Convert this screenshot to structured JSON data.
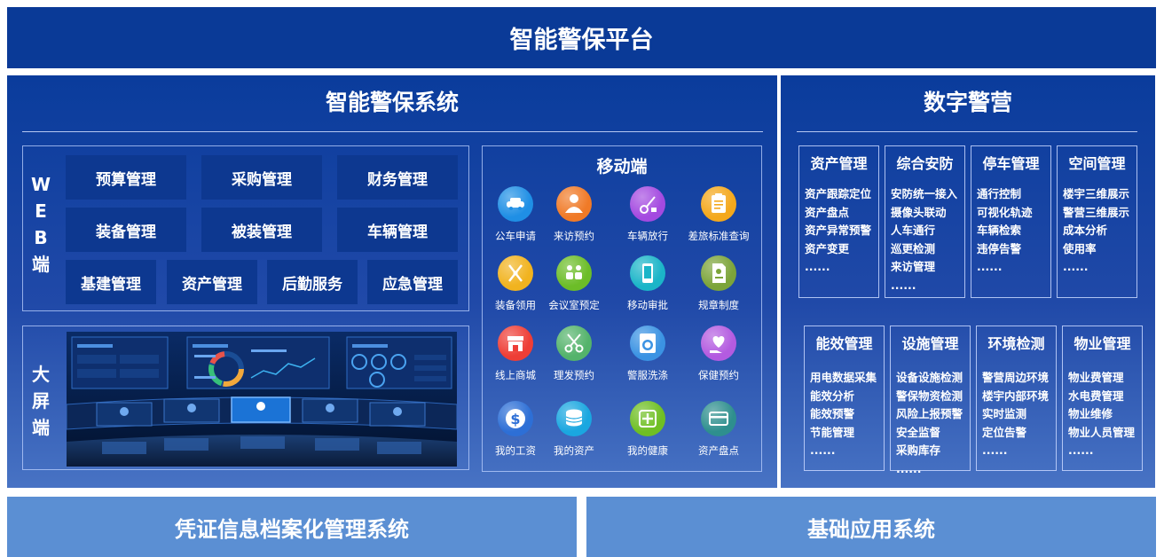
{
  "header": {
    "title": "智能警保平台"
  },
  "left": {
    "title": "智能警保系统",
    "web_label": [
      "W",
      "E",
      "B",
      "端"
    ],
    "web_tiles": [
      "预算管理",
      "采购管理",
      "财务管理",
      "装备管理",
      "被装管理",
      "车辆管理",
      "基建管理",
      "资产管理",
      "后勤服务",
      "应急管理"
    ],
    "screen_label": [
      "大",
      "屏",
      "端"
    ],
    "mobile": {
      "title": "移动端",
      "apps": [
        {
          "label": "公车申请",
          "icon": "car-icon",
          "color": "#1f8fe5"
        },
        {
          "label": "来访预约",
          "icon": "visitor-icon",
          "color": "#f07a27"
        },
        {
          "label": "车辆放行",
          "icon": "gate-icon",
          "color": "#a44ae0"
        },
        {
          "label": "差旅标准查询",
          "icon": "clipboard-icon",
          "color": "#f4a81c"
        },
        {
          "label": "装备领用",
          "icon": "equipment-icon",
          "color": "#f1b31f"
        },
        {
          "label": "会议室预定",
          "icon": "meeting-icon",
          "color": "#6cbd28"
        },
        {
          "label": "移动审批",
          "icon": "phone-icon",
          "color": "#1bb5c8"
        },
        {
          "label": "规章制度",
          "icon": "document-icon",
          "color": "#7ca43a"
        },
        {
          "label": "线上商城",
          "icon": "shop-icon",
          "color": "#ee3e36"
        },
        {
          "label": "理发预约",
          "icon": "scissors-icon",
          "color": "#54b36b"
        },
        {
          "label": "警服洗涤",
          "icon": "washer-icon",
          "color": "#3b93e3"
        },
        {
          "label": "保健预约",
          "icon": "heart-hand-icon",
          "color": "#b35be0"
        },
        {
          "label": "我的工资",
          "icon": "dollar-icon",
          "color": "#2d6fd6"
        },
        {
          "label": "我的资产",
          "icon": "coins-icon",
          "color": "#1aa7e0"
        },
        {
          "label": "我的健康",
          "icon": "plus-icon",
          "color": "#6fbf23"
        },
        {
          "label": "资产盘点",
          "icon": "card-icon",
          "color": "#2e8f8e"
        }
      ]
    }
  },
  "right": {
    "title": "数字警营",
    "cards": [
      {
        "title": "资产管理",
        "items": [
          "资产跟踪定位",
          "资产盘点",
          "资产异常预警",
          "资产变更",
          "......"
        ]
      },
      {
        "title": "综合安防",
        "items": [
          "安防统一接入",
          "摄像头联动",
          "人车通行",
          "巡更检测",
          "来访管理",
          "......"
        ]
      },
      {
        "title": "停车管理",
        "items": [
          "通行控制",
          "可视化轨迹",
          "车辆检索",
          "违停告警",
          "......"
        ]
      },
      {
        "title": "空间管理",
        "items": [
          "楼宇三维展示",
          "警营三维展示",
          "成本分析",
          "使用率",
          "......"
        ]
      },
      {
        "title": "能效管理",
        "items": [
          "用电数据采集",
          "能效分析",
          "能效预警",
          "节能管理",
          "......"
        ]
      },
      {
        "title": "设施管理",
        "items": [
          "设备设施检测",
          "警保物资检测",
          "风险上报预警",
          "安全监督",
          "采购库存",
          "......"
        ]
      },
      {
        "title": "环境检测",
        "items": [
          "警营周边环境",
          "楼宇内部环境",
          "实时监测",
          "定位告警",
          "......"
        ]
      },
      {
        "title": "物业管理",
        "items": [
          "物业费管理",
          "水电费管理",
          "物业维修",
          "物业人员管理",
          "......"
        ]
      }
    ]
  },
  "bottom": {
    "left": "凭证信息档案化管理系统",
    "right": "基础应用系统"
  },
  "colors": {
    "header": "#0a3a97",
    "panel": "#1f4aa8",
    "tile": "#0d3890",
    "bottom": "#5b8fd3"
  }
}
